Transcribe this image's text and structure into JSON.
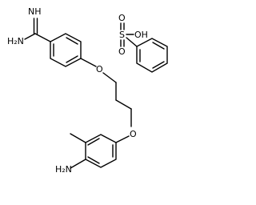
{
  "atoms": {
    "imine": "NH",
    "amidine_nh2": "H₂N",
    "ether_o_top": "O",
    "ether_o_bottom": "O",
    "aniline_nh2": "H₂N",
    "sulfonyl_o_top": "O",
    "sulfonyl_o_bottom": "O",
    "sulfur": "S",
    "sulfonic_oh": "OH"
  },
  "colors": {
    "bond": "#000000",
    "label": "#000000",
    "background": "#ffffff"
  }
}
